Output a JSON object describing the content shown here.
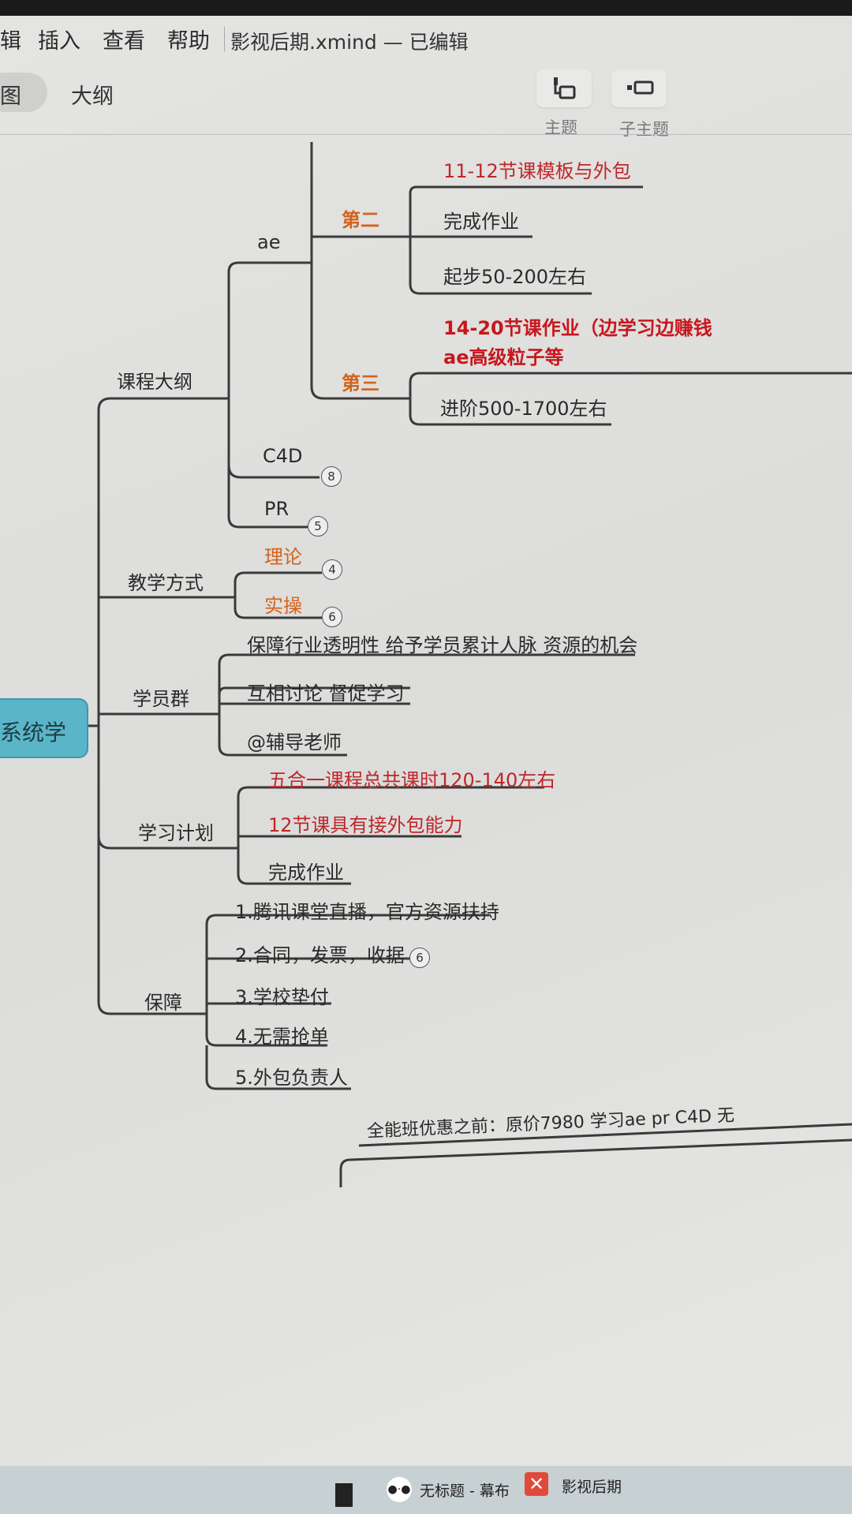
{
  "menu": {
    "items": [
      "辑",
      "插入",
      "查看",
      "帮助"
    ],
    "window_title": "影视后期.xmind — 已编辑"
  },
  "view_tabs": [
    "图",
    "大纲"
  ],
  "toolbar": {
    "topic_label": "主题",
    "subtopic_label": "子主题"
  },
  "central_topic": "系统学",
  "branches": {
    "course_outline": {
      "label": "课程大纲",
      "ae": {
        "label": "ae",
        "second": {
          "label": "第二",
          "items": [
            "11-12节课模板与外包",
            "完成作业",
            "起步50-200左右"
          ]
        },
        "third": {
          "label": "第三",
          "items": [
            "14-20节课作业（边学习边赚钱",
            "ae高级粒子等",
            "进阶500-1700左右"
          ]
        }
      },
      "c4d": {
        "label": "C4D",
        "count": "8"
      },
      "pr": {
        "label": "PR",
        "count": "5"
      }
    },
    "teaching": {
      "label": "教学方式",
      "items": [
        {
          "label": "理论",
          "count": "4"
        },
        {
          "label": "实操",
          "count": "6"
        }
      ]
    },
    "group": {
      "label": "学员群",
      "items": [
        "保障行业透明性 给予学员累计人脉 资源的机会",
        "互相讨论 督促学习",
        "@辅导老师"
      ]
    },
    "plan": {
      "label": "学习计划",
      "items": [
        "五合一课程总共课时120-140左右",
        "12节课具有接外包能力",
        "完成作业"
      ]
    },
    "guarantee": {
      "label": "保障",
      "items": [
        "1.腾讯课堂直播，官方资源扶持",
        "2.合同，发票，收据",
        "3.学校垫付",
        "4.无需抢单",
        "5.外包负责人"
      ],
      "count": "6"
    }
  },
  "floating_topic": "全能班优惠之前：原价7980 学习ae pr C4D 无",
  "taskbar": {
    "items": [
      "无标题 - 幕布",
      "影视后期"
    ]
  },
  "colors": {
    "central": "#5ab5c8",
    "red_text": "#c0262a",
    "orange_text": "#d2631c"
  }
}
